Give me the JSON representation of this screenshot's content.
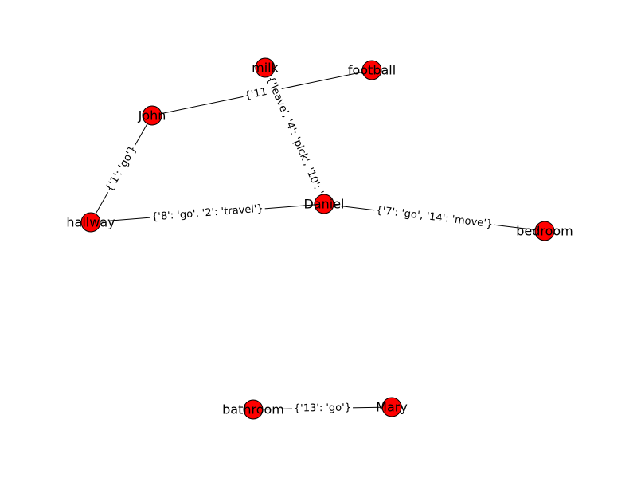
{
  "graph": {
    "node_color": "#ff0000",
    "node_border_color": "#000000",
    "edge_color": "#000000",
    "label_background": "#ffffff",
    "nodes": [
      {
        "id": "milk",
        "label": "milk"
      },
      {
        "id": "football",
        "label": "football"
      },
      {
        "id": "John",
        "label": "John"
      },
      {
        "id": "hallway",
        "label": "hallway"
      },
      {
        "id": "Daniel",
        "label": "Daniel"
      },
      {
        "id": "bedroom",
        "label": "bedroom"
      },
      {
        "id": "bathroom",
        "label": "bathroom"
      },
      {
        "id": "Mary",
        "label": "Mary"
      }
    ],
    "edges": [
      {
        "source": "John",
        "target": "football",
        "label": "{'11': '"
      },
      {
        "source": "milk",
        "target": "Daniel",
        "label": "{'leave', '4': 'pick', '10': '"
      },
      {
        "source": "John",
        "target": "hallway",
        "label": "{'1': 'go'}"
      },
      {
        "source": "hallway",
        "target": "Daniel",
        "label": "{'8': 'go', '2': 'travel'}"
      },
      {
        "source": "Daniel",
        "target": "bedroom",
        "label": "{'7': 'go', '14': 'move'}"
      },
      {
        "source": "bathroom",
        "target": "Mary",
        "label": "{'13': 'go'}"
      }
    ]
  }
}
